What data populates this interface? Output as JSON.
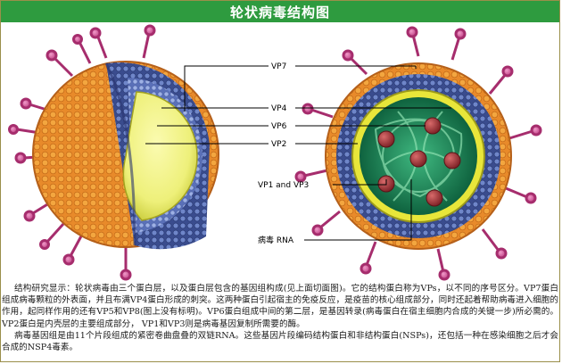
{
  "page": {
    "title": "轮状病毒结构图"
  },
  "labels": {
    "vp7": "VP7",
    "vp4": "VP4",
    "vp6": "VP6",
    "vp2": "VP2",
    "vp1_vp3": "VP1 and VP3",
    "rna": "病毒 RNA"
  },
  "description": {
    "paragraph1": "结构研究显示：轮状病毒由三个蛋白层，以及蛋白层包含的基因组构成(见上面切面图)。它的结构蛋白称为VPs，以不同的序号区分。VP7蛋白组成病毒颗粒的外表面，并且布满VP4蛋白形成的刺突。这两种蛋白引起宿主的免疫反应，是疫苗的核心组成部分，同时还起着帮助病毒进入细胞的作用，起同样作用的还有VP5和VP8(图上没有标明)。VP6蛋白组成中间的第二层，是基因转录(病毒蛋白在宿主细胞内合成的关键一步)所必需的。VP2蛋白是内壳层的主要组成部分，  VP1和VP3则是病毒基因复制所需要的酶。",
    "paragraph2": "病毒基因组是由11个片段组成的紧密卷曲盘叠的双链RNA。这些基因片段编码结构蛋白和非结构蛋白(NSPs)，还包括一种在感染细胞之后才会合成的NSP4毒素。"
  }
}
